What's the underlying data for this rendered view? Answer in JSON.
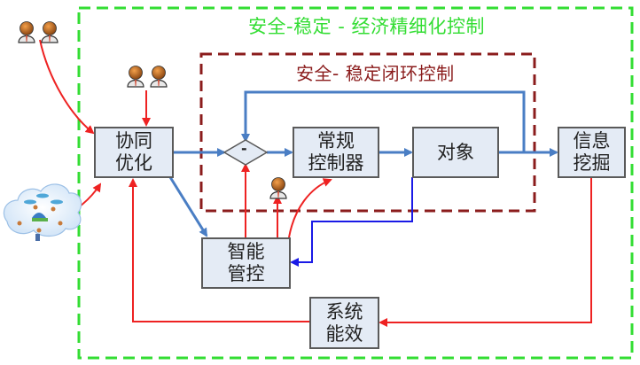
{
  "diagram": {
    "outer_frame": {
      "title": "安全-稳定 - 经济精细化控制",
      "color": "#33dd33"
    },
    "inner_frame": {
      "title": "安全- 稳定闭环控制",
      "color": "#8b1c1c"
    },
    "nodes": {
      "coop_opt": {
        "line1": "协同",
        "line2": "优化"
      },
      "comparator": {
        "label": "-"
      },
      "controller": {
        "line1": "常规",
        "line2": "控制器"
      },
      "plant": {
        "label": "对象"
      },
      "mining": {
        "line1": "信息",
        "line2": "挖掘"
      },
      "smart_ctrl": {
        "line1": "智能",
        "line2": "管控"
      },
      "efficiency": {
        "line1": "系统",
        "line2": "能效"
      }
    },
    "icons": {
      "experts_top_left": "people-pair-icon",
      "experts_top_mid": "people-pair-icon",
      "operator": "person-icon",
      "network_cloud": "cloud-network-icon"
    },
    "colors": {
      "signal_blue": "#4a7ec4",
      "feedback_blue": "#1a1ae6",
      "info_red": "#ee2222",
      "box_fill": "#e4ebf5"
    }
  }
}
